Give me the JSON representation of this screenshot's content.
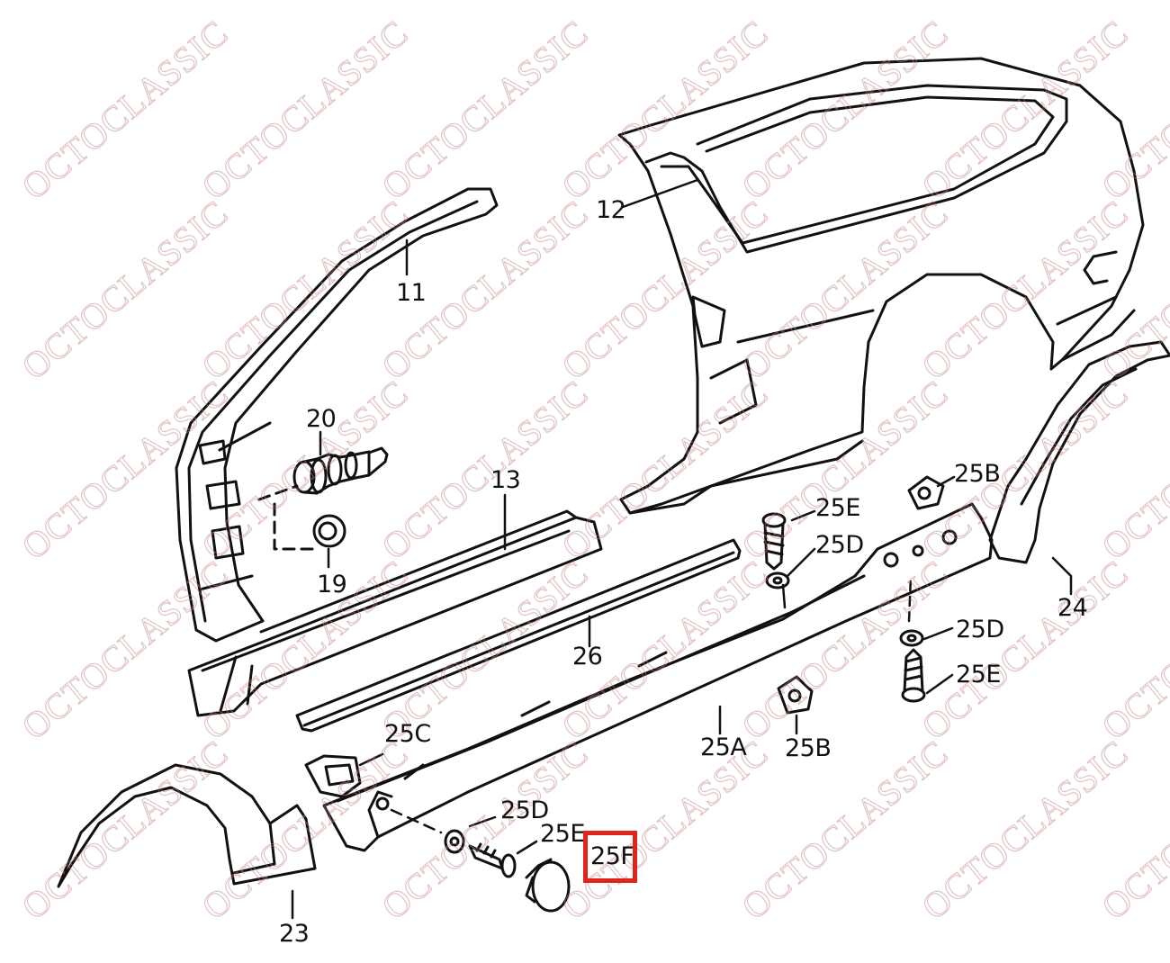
{
  "watermark": "OCTOCLASSIC",
  "labels": {
    "p11": "11",
    "p12": "12",
    "p13": "13",
    "p19": "19",
    "p20": "20",
    "p23": "23",
    "p24": "24",
    "p25A": "25A",
    "p25B_top": "25B",
    "p25B_mid": "25B",
    "p25C": "25C",
    "p25D_top": "25D",
    "p25D_right": "25D",
    "p25D_bottom": "25D",
    "p25E_top": "25E",
    "p25E_right": "25E",
    "p25E_bottom": "25E",
    "p25F": "25F",
    "p26": "26"
  },
  "highlight": {
    "target": "25F",
    "color": "#e2231a"
  }
}
